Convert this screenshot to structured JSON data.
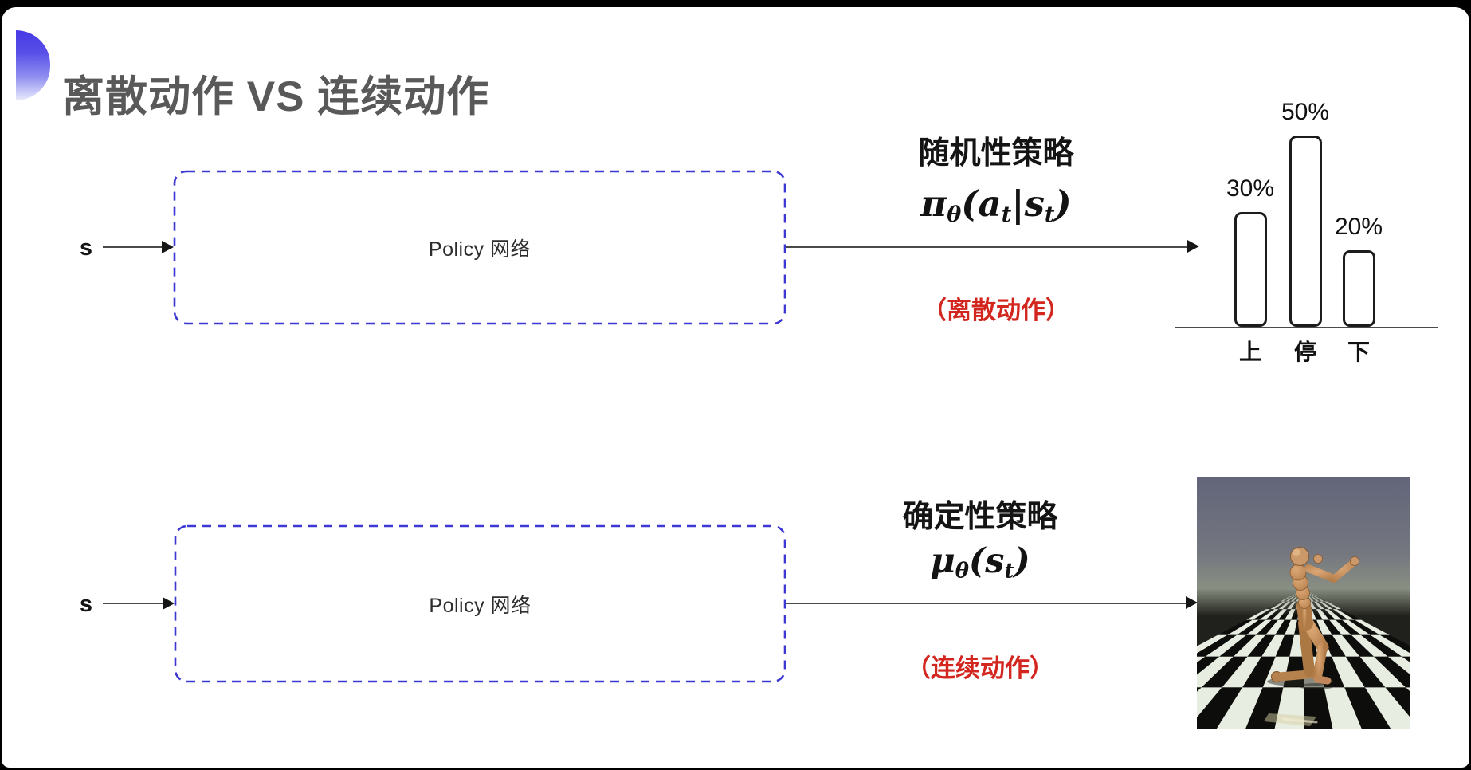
{
  "slide_title": "离散动作 VS 连续动作",
  "colors": {
    "accent_blue": "#4639e4",
    "box_dash_blue": "#3d38d4",
    "action_red": "#d2261f",
    "title_gray": "#59595a"
  },
  "top_flow": {
    "input_label": "s",
    "box_label": "Policy 网络",
    "policy_type": "随机性策略",
    "formula": {
      "segments": [
        {
          "t": "π"
        },
        {
          "t": "θ",
          "sub": true
        },
        {
          "t": "("
        },
        {
          "t": "a"
        },
        {
          "t": "t",
          "sub": true
        },
        {
          "t": "|"
        },
        {
          "t": "s"
        },
        {
          "t": "t",
          "sub": true
        },
        {
          "t": ")"
        }
      ]
    },
    "action_type": "（离散动作）"
  },
  "bottom_flow": {
    "input_label": "s",
    "box_label": "Policy 网络",
    "policy_type": "确定性策略",
    "formula": {
      "segments": [
        {
          "t": "μ"
        },
        {
          "t": "θ",
          "sub": true
        },
        {
          "t": "("
        },
        {
          "t": "s"
        },
        {
          "t": "t",
          "sub": true
        },
        {
          "t": ")"
        }
      ]
    },
    "action_type": "（连续动作）"
  },
  "chart_data": {
    "type": "bar",
    "title": "",
    "xlabel": "",
    "ylabel": "",
    "categories": [
      "上",
      "停",
      "下"
    ],
    "values": [
      30,
      50,
      20
    ],
    "value_labels": [
      "30%",
      "50%",
      "20%"
    ],
    "unit": "%",
    "ylim": [
      0,
      60
    ],
    "grid": false,
    "legend": false,
    "bar_style": "outlined-rounded-white"
  },
  "humanoid_image": {
    "sky_color": "#686b7c",
    "horizon_color": "#8b9183",
    "floor_dark": "#0d0d0b",
    "floor_light": "#e8ede2",
    "body_color": "#c79266"
  }
}
